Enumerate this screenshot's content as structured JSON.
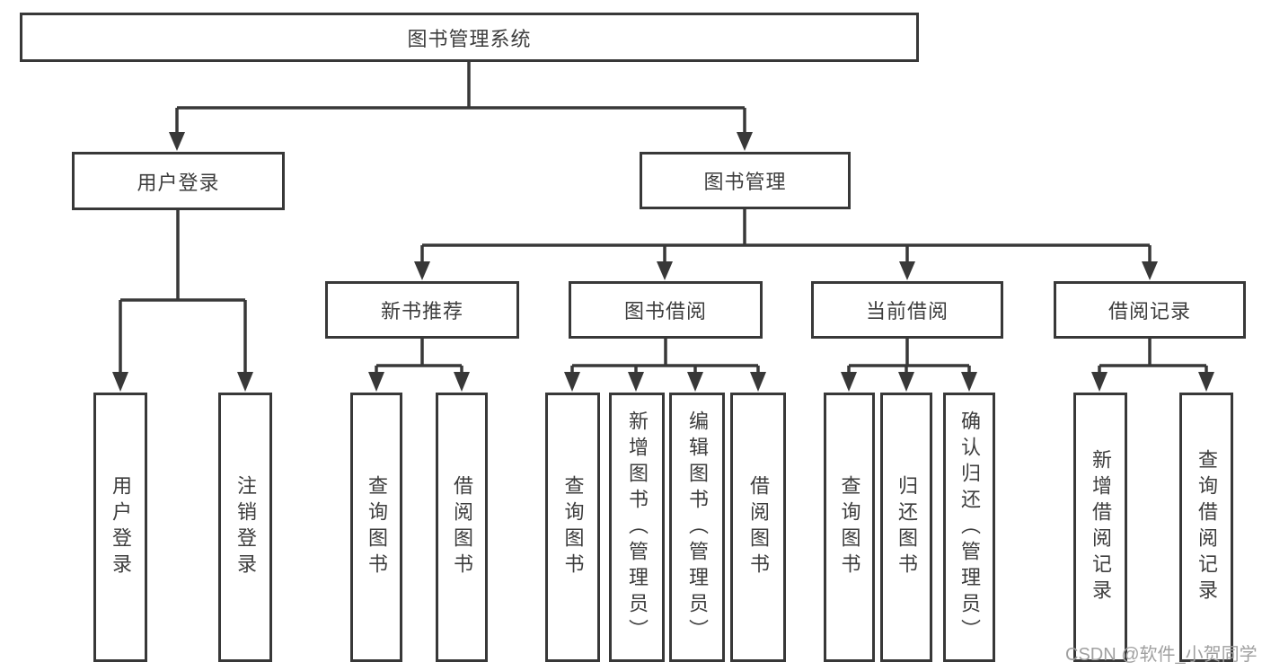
{
  "diagram": {
    "title_node": {
      "label": "图书管理系统"
    },
    "user_branch": {
      "label": "用户登录",
      "children": [
        {
          "label": "用户登录"
        },
        {
          "label": "注销登录"
        }
      ]
    },
    "book_branch": {
      "label": "图书管理",
      "groups": [
        {
          "label": "新书推荐",
          "children": [
            {
              "label": "查询图书"
            },
            {
              "label": "借阅图书"
            }
          ]
        },
        {
          "label": "图书借阅",
          "children": [
            {
              "label": "查询图书"
            },
            {
              "label": "新增图书（管理员）"
            },
            {
              "label": "编辑图书（管理员）"
            },
            {
              "label": "借阅图书"
            }
          ]
        },
        {
          "label": "当前借阅",
          "children": [
            {
              "label": "查询图书"
            },
            {
              "label": "归还图书"
            },
            {
              "label": "确认归还（管理员）"
            }
          ]
        },
        {
          "label": "借阅记录",
          "children": [
            {
              "label": "新增借阅记录"
            },
            {
              "label": "查询借阅记录"
            }
          ]
        }
      ]
    },
    "watermark": "CSDN @软件_小贺同学",
    "colors": {
      "line": "#383838",
      "text": "#3d3d3d",
      "watermark": "#a0a0a0",
      "background": "#ffffff"
    }
  }
}
